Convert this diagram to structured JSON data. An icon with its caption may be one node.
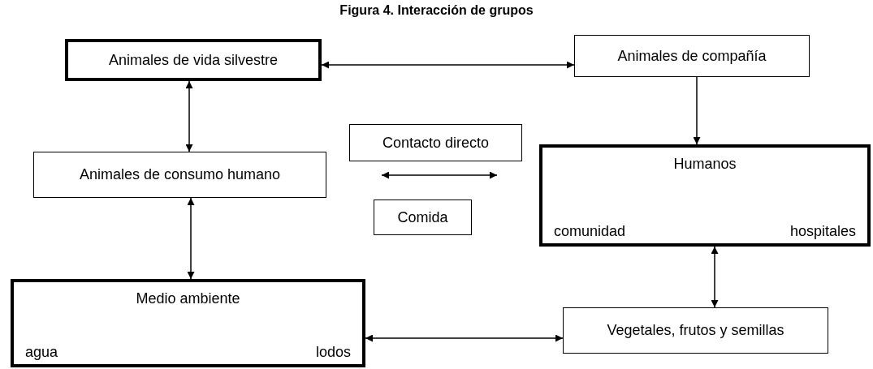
{
  "diagram": {
    "title": "Figura 4. Interacción de grupos",
    "nodes": [
      {
        "text": [
          "Animales de vida silvestre"
        ]
      },
      {
        "text": [
          "Animales de compañía"
        ]
      },
      {
        "text": [
          "Animales de consumo humano"
        ]
      },
      {
        "text": [
          "Contacto directo"
        ]
      },
      {
        "text": [
          "Comida"
        ]
      },
      {
        "text": [
          "Humanos",
          "comunidad",
          "hospitales"
        ]
      },
      {
        "text": [
          "Medio ambiente",
          "agua",
          "lodos"
        ]
      },
      {
        "text": [
          "Vegetales, frutos y semillas"
        ]
      }
    ],
    "edges": [
      {
        "from": 0,
        "to": 1,
        "arrow": "both"
      },
      {
        "from": 1,
        "to": 5,
        "arrow": "to"
      },
      {
        "from": 0,
        "to": 2,
        "arrow": "both"
      },
      {
        "from": 2,
        "to": 6,
        "arrow": "both"
      },
      {
        "from": 5,
        "to": 7,
        "arrow": "both"
      },
      {
        "from": 6,
        "to": 7,
        "arrow": "both"
      }
    ]
  }
}
